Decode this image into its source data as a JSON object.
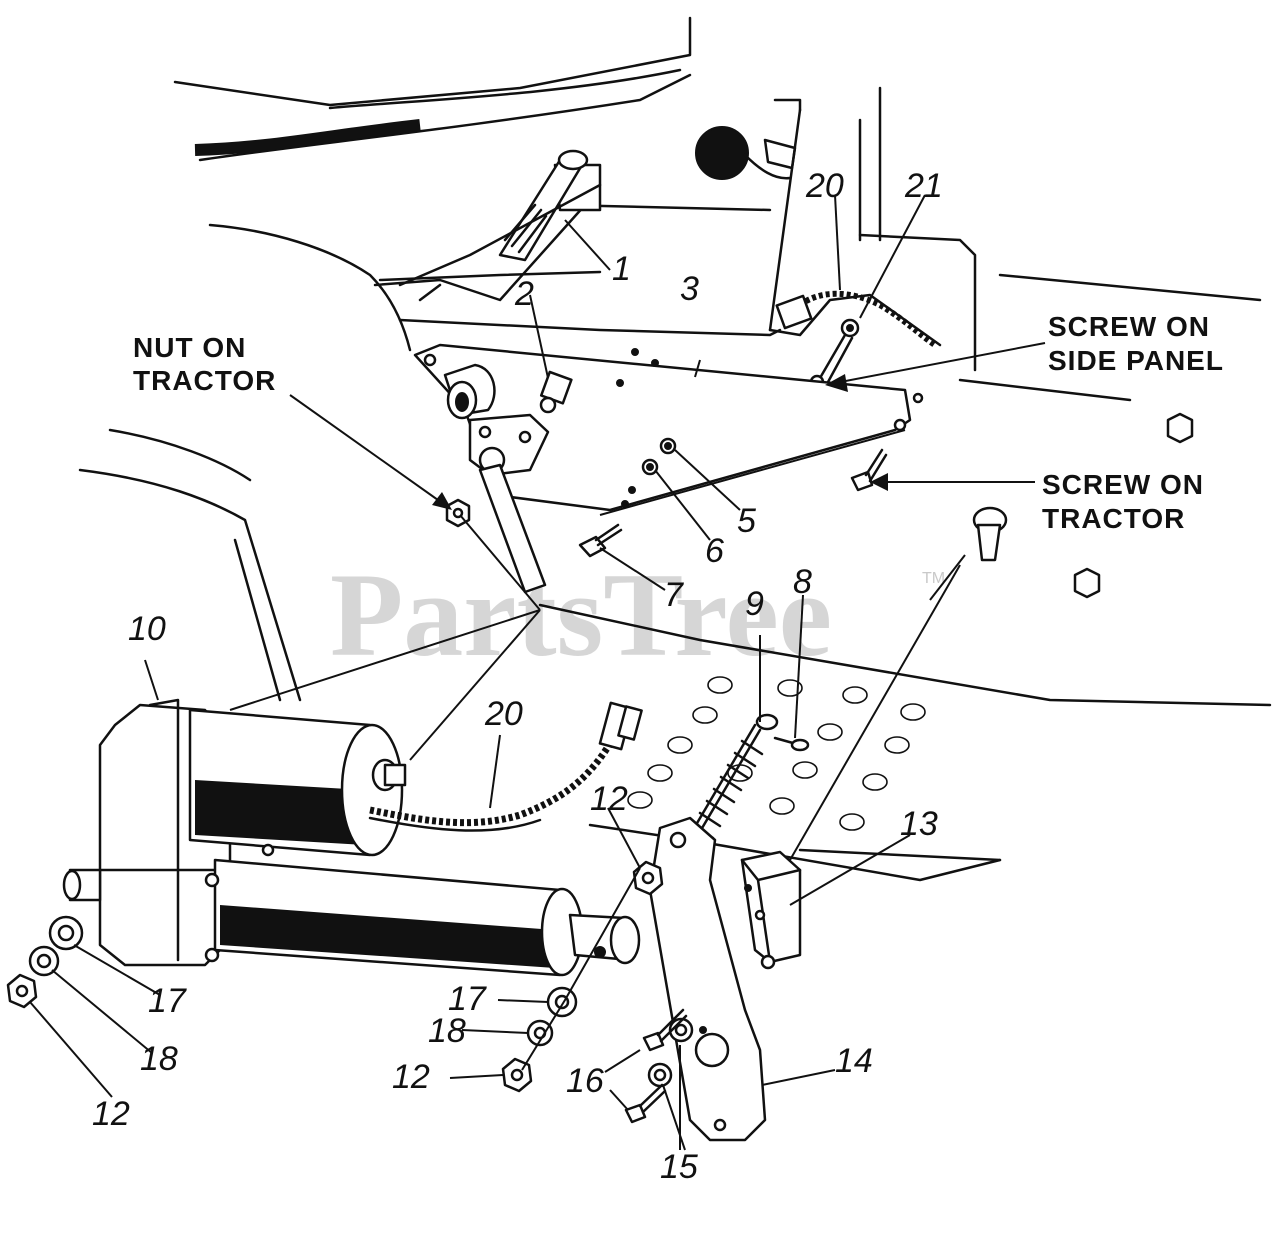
{
  "watermark": {
    "text": "PartsTree",
    "trademark": "TM"
  },
  "callouts": {
    "c1": "1",
    "c2": "2",
    "c3": "3",
    "c5": "5",
    "c6": "6",
    "c7": "7",
    "c8": "8",
    "c9": "9",
    "c10": "10",
    "c12a": "12",
    "c12b": "12",
    "c12c": "12",
    "c13": "13",
    "c14": "14",
    "c15": "15",
    "c16": "16",
    "c17a": "17",
    "c17b": "17",
    "c18a": "18",
    "c18b": "18",
    "c20a": "20",
    "c20b": "20",
    "c21": "21"
  },
  "notes": {
    "nut_on_tractor": [
      "NUT ON",
      "TRACTOR"
    ],
    "screw_on_side_panel": [
      "SCREW ON",
      "SIDE PANEL"
    ],
    "screw_on_tractor": [
      "SCREW ON",
      "TRACTOR"
    ]
  },
  "colors": {
    "line": "#111111",
    "watermark": "#c9c9c9",
    "background": "#ffffff"
  }
}
